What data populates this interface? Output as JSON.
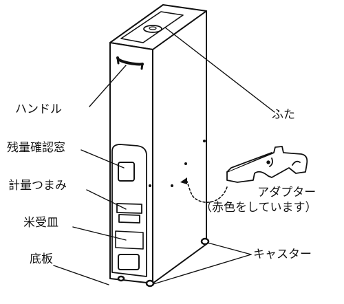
{
  "labels": {
    "handle": "ハンドル",
    "lid": "ふた",
    "window": "残量確認窓",
    "knob": "計量つまみ",
    "adapter": "アダプター",
    "adapter_note": "（赤色をしています）",
    "tray": "米受皿",
    "bottom_plate": "底板",
    "caster": "キャスター"
  },
  "colors": {
    "line": "#111111",
    "fill": "#ffffff"
  }
}
